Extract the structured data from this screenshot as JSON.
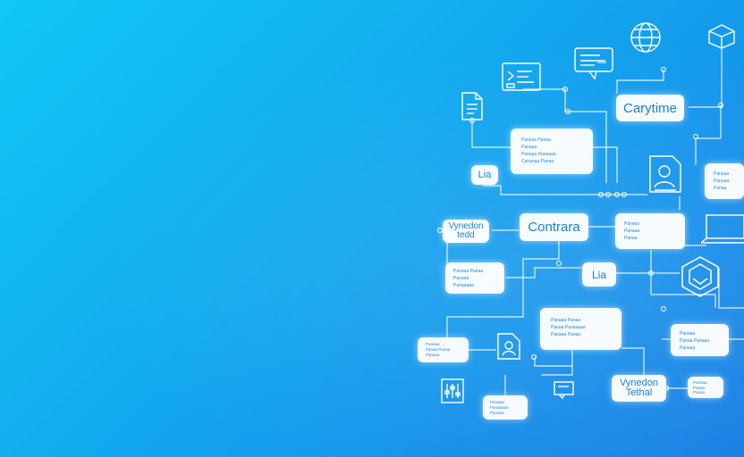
{
  "nodes": {
    "label_carytime": "Carytime",
    "label_contrara": "Contrara",
    "label_lia_top": "Lia",
    "label_lia_mid": "Lia",
    "label_vynedon_line1": "Vynedon",
    "label_vynedon_line2": "tedd",
    "label_vynedon2_line1": "Vynedon",
    "label_vynedon2_line2": "Tethal"
  },
  "text_cards": {
    "card_a": [
      "Paneas Panaa",
      "Panaaa",
      "Panaaa Panaaaa",
      "Cananaa Panaa"
    ],
    "card_b": [
      "Paneas",
      "Panaaa",
      "Panaa"
    ],
    "card_c": [
      "Panaaa Panaa",
      "Panaaa",
      "Panaaaaa"
    ],
    "card_d": [
      "Panaaa",
      "Panaaa",
      "Panaa"
    ],
    "card_e": [
      "Panaaa Panaa",
      "Panaa Panaaaaa",
      "Panaaa Panaa"
    ],
    "card_f": [
      "Panaaa",
      "Panaa Panaa",
      "Panaaa"
    ],
    "card_g": [
      "Panaaa",
      "Panaaaaa",
      "Panaaa"
    ],
    "card_h": [
      "Panaaa",
      "Panaa Panaaa",
      "Panaaa"
    ],
    "card_i": [
      "Panaaa",
      "Panaa",
      "Panaa"
    ]
  },
  "colors": {
    "background_start": "#11c8f5",
    "background_end": "#1a7fe3",
    "line": "#ffffff",
    "card_text": "#1c7fd6"
  },
  "icons": [
    "code-window-icon",
    "chat-bubble-icon",
    "globe-icon",
    "shield-cube-icon",
    "document-icon",
    "user-document-icon",
    "laptop-icon",
    "hexagon-shield-icon",
    "user-file-icon",
    "equalizer-icon",
    "small-window-icon"
  ]
}
